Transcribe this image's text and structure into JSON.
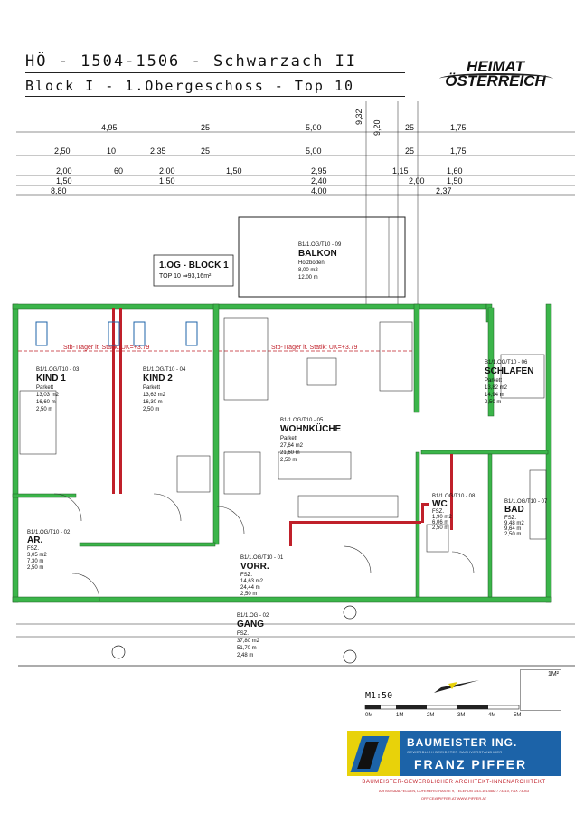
{
  "header": {
    "title": "HÖ - 1504-1506 - Schwarzach II",
    "subtitle": "Block I - 1.Obergeschoss - Top 10"
  },
  "logo": {
    "line1": "HEIMAT",
    "line2": "ÖSTERREICH"
  },
  "unit_box": {
    "line1": "1.OG - BLOCK 1",
    "line2": "TOP 10 ⇒93,16m²"
  },
  "rooms": [
    {
      "code": "B1/1.OG/T10 - 09",
      "name": "BALKON",
      "l1": "Holzboden",
      "l2": "8,00 m2",
      "l3": "12,00  m"
    },
    {
      "code": "B1/1.OG/T10 - 03",
      "name": "KIND 1",
      "l1": "Parkett",
      "l2": "13,03 m2",
      "l3": "16,60  m",
      "l4": "2,50  m"
    },
    {
      "code": "B1/1.OG/T10 - 04",
      "name": "KIND 2",
      "l1": "Parkett",
      "l2": "13,63 m2",
      "l3": "16,30  m",
      "l4": "2,50  m"
    },
    {
      "code": "B1/1.OG/T10 - 05",
      "name": "WOHNKÜCHE",
      "l1": "Parkett",
      "l2": "27,64 m2",
      "l3": "21,60  m",
      "l4": "2,50  m"
    },
    {
      "code": "B1/1.OG/T10 - 06",
      "name": "SCHLAFEN",
      "l1": "Parkett",
      "l2": "13,82 m2",
      "l3": "14,94  m",
      "l4": "2,50  m"
    },
    {
      "code": "B1/1.OG/T10 - 02",
      "name": "AR.",
      "l1": "FSZ.",
      "l2": "3,05 m2",
      "l3": "7,30  m",
      "l4": "2,50  m"
    },
    {
      "code": "B1/1.OG/T10 - 01",
      "name": "VORR.",
      "l1": "FSZ.",
      "l2": "14,63 m2",
      "l3": "24,44  m",
      "l4": "2,50  m"
    },
    {
      "code": "B1/1.OG/T10 - 08",
      "name": "WC",
      "l1": "FSZ.",
      "l2": "1,90 m2",
      "l3": "6,06  m",
      "l4": "2,50  m"
    },
    {
      "code": "B1/1.OG/T10 - 07",
      "name": "BAD",
      "l1": "FSZ.",
      "l2": "9,48 m2",
      "l3": "9,64  m",
      "l4": "2,50  m"
    },
    {
      "code": "B1/1.OG - 02",
      "name": "GANG",
      "l1": "FSZ.",
      "l2": "37,80 m2",
      "l3": "51,70  m",
      "l4": "2,48  m"
    }
  ],
  "beam_labels": [
    "Stb-Träger lt. Statik: UK=+3.79",
    "Stb-Träger lt. Statik: UK=+3.79"
  ],
  "dims_top": [
    {
      "t": "4,95"
    },
    {
      "t": "25"
    },
    {
      "t": "5,00"
    },
    {
      "t": "25"
    },
    {
      "t": "1,75"
    },
    {
      "t": "2,50"
    },
    {
      "t": "10"
    },
    {
      "t": "2,35"
    },
    {
      "t": "25"
    },
    {
      "t": "5,00"
    },
    {
      "t": "25"
    },
    {
      "t": "1,75"
    },
    {
      "t": "2,00"
    },
    {
      "t": "60"
    },
    {
      "t": "2,00"
    },
    {
      "t": "1,50"
    },
    {
      "t": "2,95"
    },
    {
      "t": "1,15"
    },
    {
      "t": "1,60"
    },
    {
      "t": "1,50"
    },
    {
      "t": "1,50"
    },
    {
      "t": "2,40"
    },
    {
      "t": "2,00"
    },
    {
      "t": "1,50"
    },
    {
      "t": "8,80"
    },
    {
      "t": "4,00"
    },
    {
      "t": "2,37"
    }
  ],
  "dims_vertical": [
    {
      "t": "9,32"
    },
    {
      "t": "9,20"
    }
  ],
  "scale": "M1:50",
  "scale_ticks": [
    "0M",
    "1M",
    "2M",
    "3M",
    "4M",
    "5M"
  ],
  "north_label": "1M²",
  "company": {
    "name1": "BAUMEISTER ING.",
    "tag": "GEWERBLICH BEEIDETER SACHVERSTÄNDIGER",
    "name2": "FRANZ PIFFER",
    "line": "BAUMEISTER-GEWERBLICHER ARCHITEKT-INNENARCHITEKT",
    "addr": "A-9760 SAALFELDEN, LOFERERSTRASSE 9, TELEFON 1 43-1014582 / 73310, FAX 73043",
    "mail": "OFFICE@PIFFER.AT    WWW.PIFFER.AT"
  },
  "colors": {
    "wall_green": "#3bb54a",
    "beam_red": "#c0202a",
    "brand_blue": "#1c63a8",
    "brand_yellow": "#e8d20a"
  }
}
